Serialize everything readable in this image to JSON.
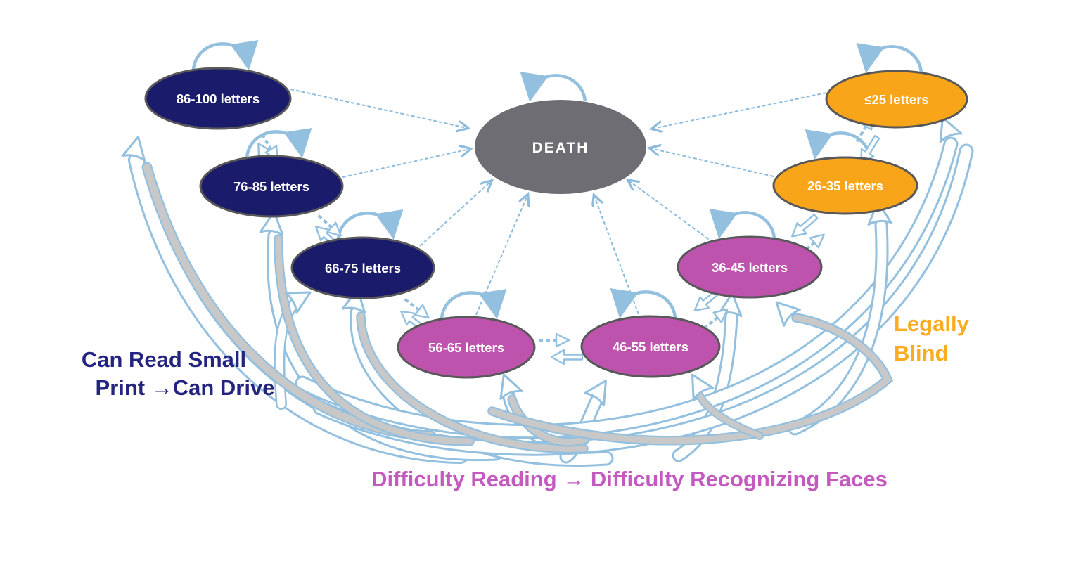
{
  "diagram": {
    "type": "markov-state-transition",
    "nodes": [
      {
        "id": "letters-86-100",
        "label": "86-100 letters",
        "color": "#1B1B6B",
        "text_color": "#FFFFFF",
        "group": "can-read-small-print"
      },
      {
        "id": "letters-76-85",
        "label": "76-85 letters",
        "color": "#1B1B6B",
        "text_color": "#FFFFFF",
        "group": "can-read-small-print"
      },
      {
        "id": "letters-66-75",
        "label": "66-75 letters",
        "color": "#1B1B6B",
        "text_color": "#FFFFFF",
        "group": "can-read-small-print"
      },
      {
        "id": "letters-56-65",
        "label": "56-65 letters",
        "color": "#BD53AC",
        "text_color": "#FFFFFF",
        "group": "difficulty-reading"
      },
      {
        "id": "letters-46-55",
        "label": "46-55 letters",
        "color": "#BD53AC",
        "text_color": "#FFFFFF",
        "group": "difficulty-reading"
      },
      {
        "id": "letters-36-45",
        "label": "36-45 letters",
        "color": "#BD53AC",
        "text_color": "#FFFFFF",
        "group": "difficulty-reading"
      },
      {
        "id": "letters-26-35",
        "label": "26-35 letters",
        "color": "#F9A51A",
        "text_color": "#FFFFFF",
        "group": "legally-blind"
      },
      {
        "id": "letters-le-25",
        "label": "≤25 letters",
        "color": "#F9A51A",
        "text_color": "#FFFFFF",
        "group": "legally-blind"
      },
      {
        "id": "death",
        "label": "DEATH",
        "color": "#6E6D73",
        "text_color": "#FFFFFF",
        "group": "absorbing-state"
      }
    ],
    "annotations": {
      "can_read": {
        "line1": "Can Read Small",
        "line2": "Print →Can Drive",
        "color": "#232380"
      },
      "legally_blind": {
        "line1": "Legally",
        "line2": "Blind",
        "color": "#FAAB1E"
      },
      "difficulty": {
        "text": "Difficulty Reading → Difficulty Recognizing Faces",
        "color": "#C45AC0"
      }
    },
    "arrow_colors": {
      "blue": "#94C0DF",
      "thin_blue": "#8CBBDD",
      "gray_ribbon": "#C8C8C8",
      "white": "#FFFFFF"
    }
  }
}
